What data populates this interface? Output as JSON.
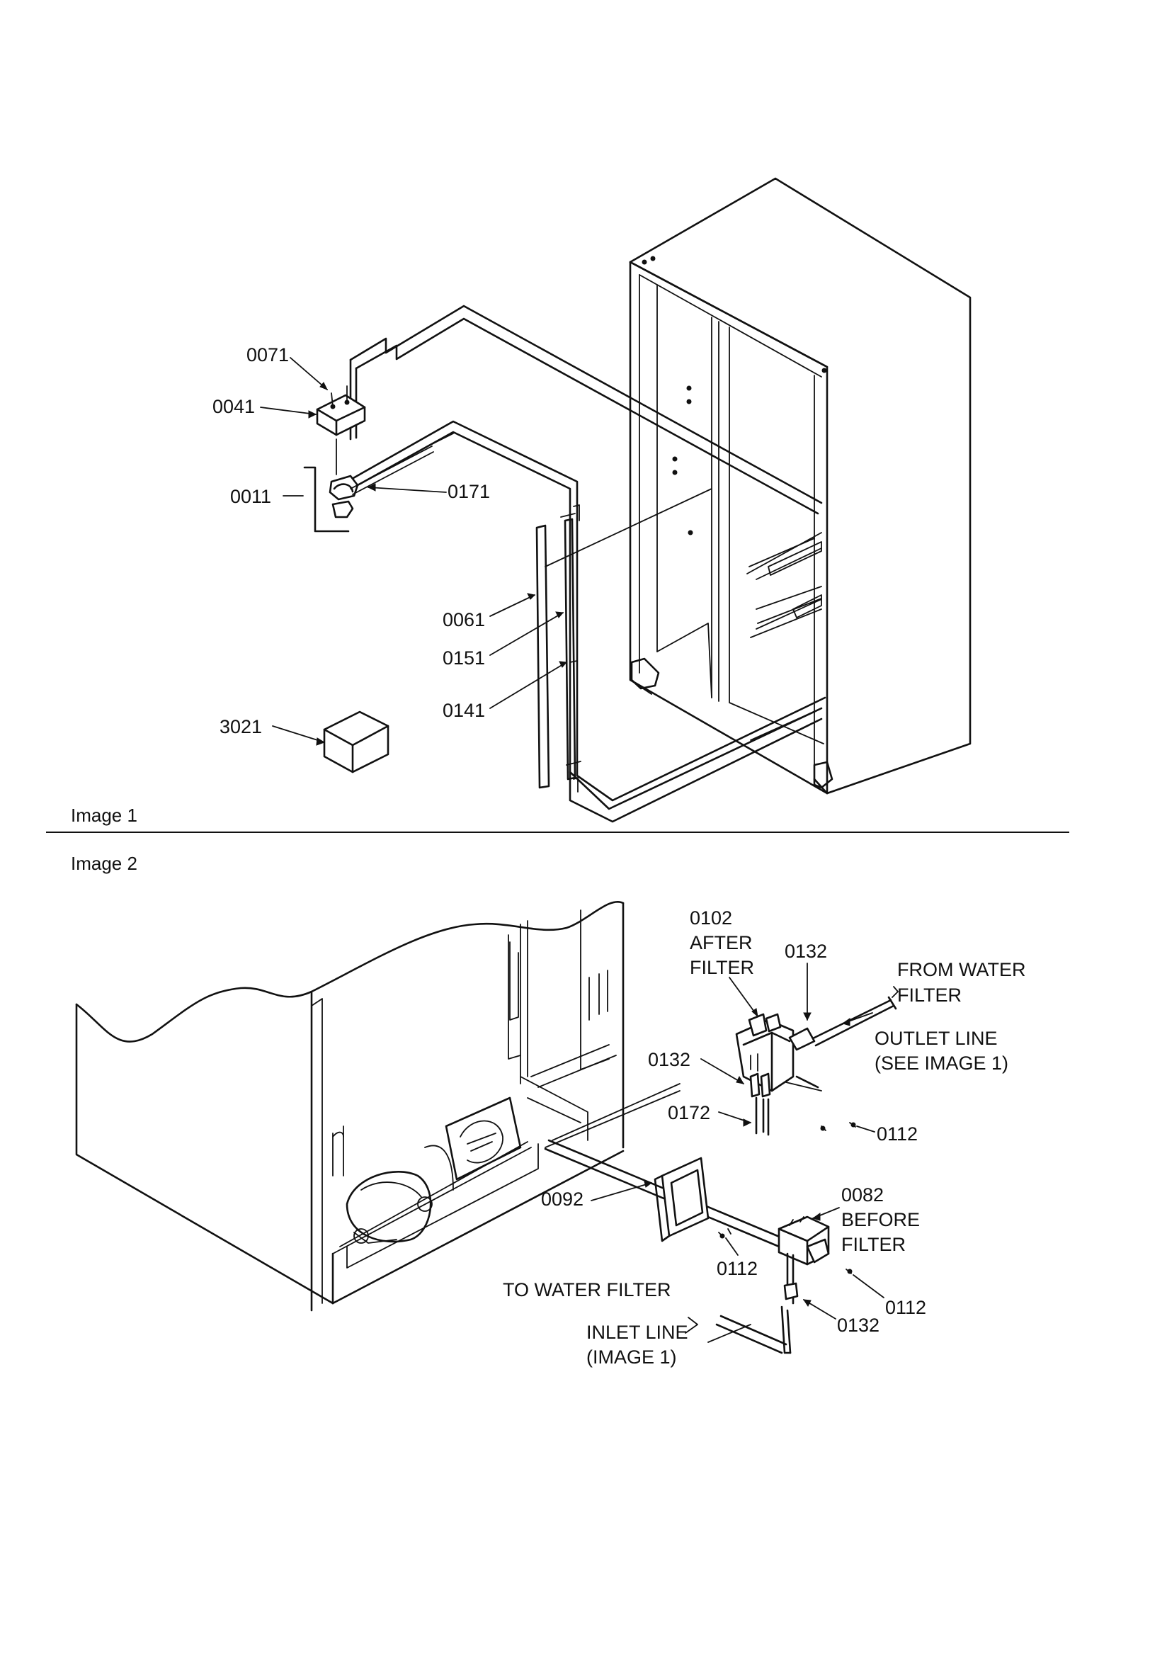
{
  "captions": {
    "image1": "Image 1",
    "image2": "Image 2"
  },
  "image1_labels": {
    "p0071": "0071",
    "p0041": "0041",
    "p0011": "0011",
    "p0171": "0171",
    "p0061": "0061",
    "p0151": "0151",
    "p0141": "0141",
    "p3021": "3021"
  },
  "image2_labels": {
    "p0102": "0102",
    "after": "AFTER",
    "filter_after": "FILTER",
    "p0132_top": "0132",
    "from_water": "FROM WATER",
    "filter_from": "FILTER",
    "outlet_line": "OUTLET LINE",
    "see_image1": "(SEE IMAGE 1)",
    "p0132_mid": "0132",
    "p0172": "0172",
    "p0112_right": "0112",
    "p0092": "0092",
    "p0082": "0082",
    "before": "BEFORE",
    "filter_before": "FILTER",
    "p0112_mid": "0112",
    "p0112_low": "0112",
    "to_water_filter": "TO WATER FILTER",
    "inlet_line": "INLET LINE",
    "image1_ref": "(IMAGE 1)",
    "p0132_low": "0132"
  }
}
